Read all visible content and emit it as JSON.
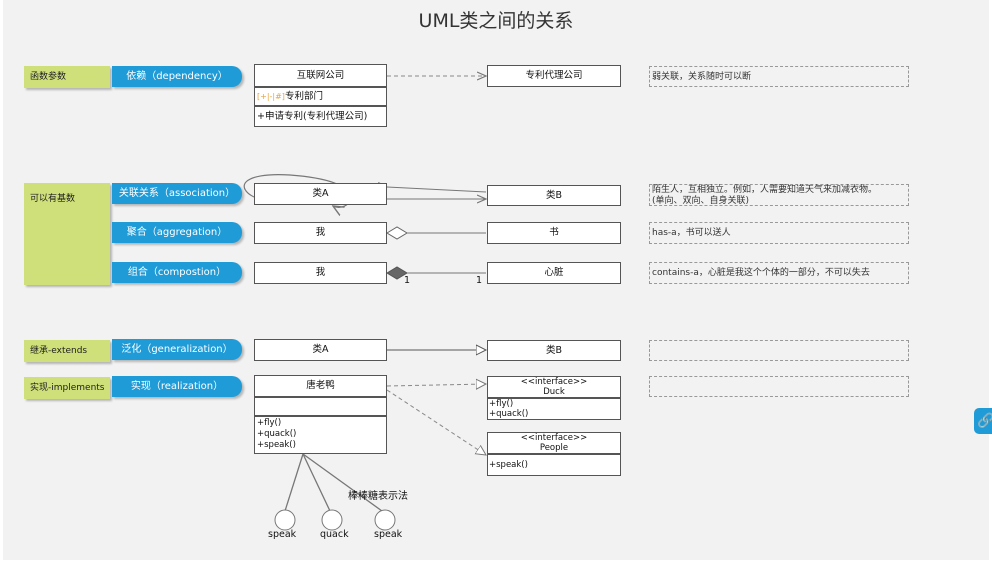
{
  "title": "UML类之间的关系",
  "categories": [
    {
      "label": "函数参数"
    },
    {
      "label": "可以有基数"
    },
    {
      "label": "继承-extends"
    },
    {
      "label": "实现-implements"
    }
  ],
  "relations": [
    {
      "label": "依赖（dependency）"
    },
    {
      "label": "关联关系（association）"
    },
    {
      "label": "聚合（aggregation）"
    },
    {
      "label": "组合（compostion）"
    },
    {
      "label": "泛化（generalization）"
    },
    {
      "label": "实现（realization）"
    }
  ],
  "dependency": {
    "class_name": "互联网公司",
    "attr_tag": "[+|-|#]",
    "attr_text": "专利部门",
    "method": "+申请专利(专利代理公司)",
    "target": "专利代理公司",
    "note": "弱关联，关系随时可以断"
  },
  "association": {
    "left": "类A",
    "right": "类B",
    "note_line1": "陌生人，互相独立。例如，人需要知道天气来加减衣物。",
    "note_line2": "(单向、双向、自身关联)"
  },
  "aggregation": {
    "left": "我",
    "right": "书",
    "note": "has-a，书可以送人"
  },
  "composition": {
    "left": "我",
    "right": "心脏",
    "mult_left": "1",
    "mult_right": "1",
    "note": "contains-a，心脏是我这个个体的一部分，不可以失去"
  },
  "generalization": {
    "left": "类A",
    "right": "类B"
  },
  "realization": {
    "class_name": "唐老鸭",
    "methods": [
      "+fly()",
      "+quack()",
      "+speak()"
    ],
    "duck_stereo": "<<interface>>",
    "duck_name": "Duck",
    "duck_methods": [
      "+fly()",
      "+quack()"
    ],
    "people_stereo": "<<interface>>",
    "people_name": "People",
    "people_methods": [
      "+speak()"
    ],
    "lollipop_title": "棒棒糖表示法",
    "lollipops": [
      "speak",
      "quack",
      "speak"
    ]
  }
}
